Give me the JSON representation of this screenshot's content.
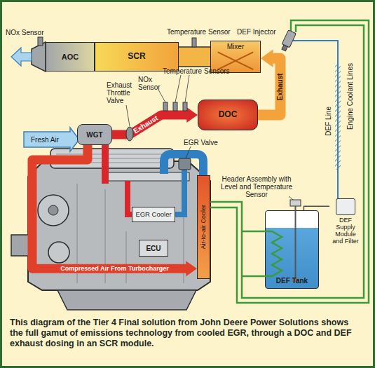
{
  "diagram": {
    "caption": "This diagram of the Tier 4 Final solution from John Deere Power Solutions shows the full gamut of emissions technology from cooled EGR, through a DOC and DEF exhaust dosing in an SCR module.",
    "nodes": [
      {
        "text": [
          "AOC"
        ]
      },
      {
        "text": [
          "SCR"
        ]
      },
      {
        "text": [
          "Mixer"
        ]
      },
      {
        "text": [
          "DOC"
        ]
      },
      {
        "text": [
          "WGT"
        ]
      },
      {
        "text": [
          "EGR Cooler"
        ]
      },
      {
        "text": [
          "Air-to-air Cooler"
        ]
      },
      {
        "text": [
          "ECU"
        ]
      },
      {
        "text": [
          "DEF Supply Module and Filter"
        ]
      },
      {
        "text": [
          "DEF Tank"
        ]
      }
    ],
    "edges": [
      {
        "from": 4,
        "to": 3,
        "arrow": "to",
        "label": "Exhaust"
      },
      {
        "from": 3,
        "to": 2,
        "arrow": "to",
        "label": "Exhaust"
      },
      {
        "from": 4,
        "to": 6,
        "arrow": "to",
        "label": "Compressed Air From Turbocharger"
      },
      {
        "from": 9,
        "to": 8,
        "arrow": "none"
      }
    ],
    "labels": [
      "NOx Sensor",
      "Temperature Sensor",
      "DEF Injector",
      "Temperature Sensors",
      "NOx Sensor",
      "Exhaust Throttle Valve",
      "Fresh Air",
      "EGR Valve",
      "DEF Line",
      "Engine Coolant Lines",
      "Header Assembly with Level and Temperature Sensor"
    ]
  }
}
